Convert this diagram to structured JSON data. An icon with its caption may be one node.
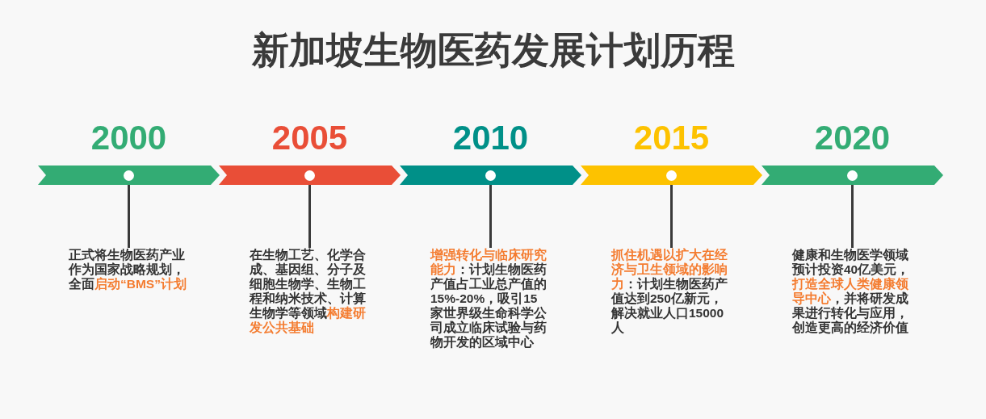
{
  "diagram": {
    "title": "新加坡生物医药发展计划历程",
    "nodes": [
      {
        "text": [
          "2000"
        ]
      },
      {
        "text": [
          "正式将生物医药产业作为国家战略规划，全面**启动“BMS”计划**"
        ]
      },
      {
        "text": [
          "2005"
        ]
      },
      {
        "text": [
          "在生物工艺、化学合成、基因组、分子及细胞生物学、生物工程和纳米技术、计算生物学等领域**构建研发公共基础**"
        ]
      },
      {
        "text": [
          "2010"
        ]
      },
      {
        "text": [
          "**增强转化与临床研究能力**：计划生物医药产值占工业总产值的15%-20%，吸引15家世界级生命科学公司成立临床试验与药物开发的区域中心"
        ]
      },
      {
        "text": [
          "2015"
        ]
      },
      {
        "text": [
          "**抓住机遇以扩大在经济与卫生领域的影响力**：计划生物医药产值达到250亿新元，解决就业人口15000人"
        ]
      },
      {
        "text": [
          "2020"
        ]
      },
      {
        "text": [
          "健康和生物医学领域预计投资40亿美元，**打造全球人类健康领导中心**，并将研发成果进行转化与应用，创造更高的经济价值"
        ]
      }
    ],
    "edges": [
      {
        "from": 0,
        "to": 1,
        "arrow": "none"
      },
      {
        "from": 2,
        "to": 3,
        "arrow": "none"
      },
      {
        "from": 4,
        "to": 5,
        "arrow": "none"
      },
      {
        "from": 6,
        "to": 7,
        "arrow": "none"
      },
      {
        "from": 8,
        "to": 9,
        "arrow": "none"
      }
    ]
  }
}
